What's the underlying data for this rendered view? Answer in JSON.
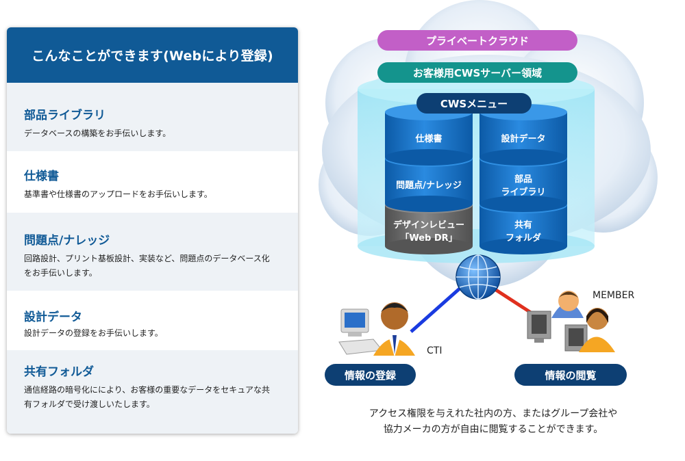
{
  "panel": {
    "title": "こんなことができます(Webにより登録)",
    "features": [
      {
        "title": "部品ライブラリ",
        "desc": "データベースの構築をお手伝いします。"
      },
      {
        "title": "仕様書",
        "desc": "基準書や仕様書のアップロードをお手伝いします。"
      },
      {
        "title": "問題点/ナレッジ",
        "desc": "回路設計、プリント基板設計、実装など、問題点のデータベース化をお手伝いします。"
      },
      {
        "title": "設計データ",
        "desc": "設計データの登録をお手伝いします。"
      },
      {
        "title": "共有フォルダ",
        "desc": "通信経路の暗号化ににより、お客様の重要なデータをセキュアな共有フォルダで受け渡しいたします。"
      }
    ]
  },
  "diagram": {
    "private_cloud": "プライベートクラウド",
    "server_area": "お客様用CWSサーバー領域",
    "cws_menu": "CWSメニュー",
    "left_column": [
      "仕様書",
      "問題点/ナレッジ",
      "デザインレビュー\n「Web DR」"
    ],
    "right_column": [
      "設計データ",
      "部品\nライブラリ",
      "共有\nフォルダ"
    ],
    "cti_label": "CTI",
    "member_label": "MEMBER",
    "register_label": "情報の登録",
    "browse_label": "情報の閲覧",
    "caption_line1": "アクセス権限を与えれた社内の方、またはグループ会社や",
    "caption_line2": "協力メーカの方が自由に閲覧することができます。",
    "colors": {
      "private_cloud": "#c25fc7",
      "server_area": "#14948d",
      "cws_menu": "#0d3f73",
      "cylinder_blue": "#1a74c9",
      "cylinder_gray": "#6b6b6b",
      "line_blue": "#1a3be0",
      "line_red": "#e0301e"
    }
  }
}
